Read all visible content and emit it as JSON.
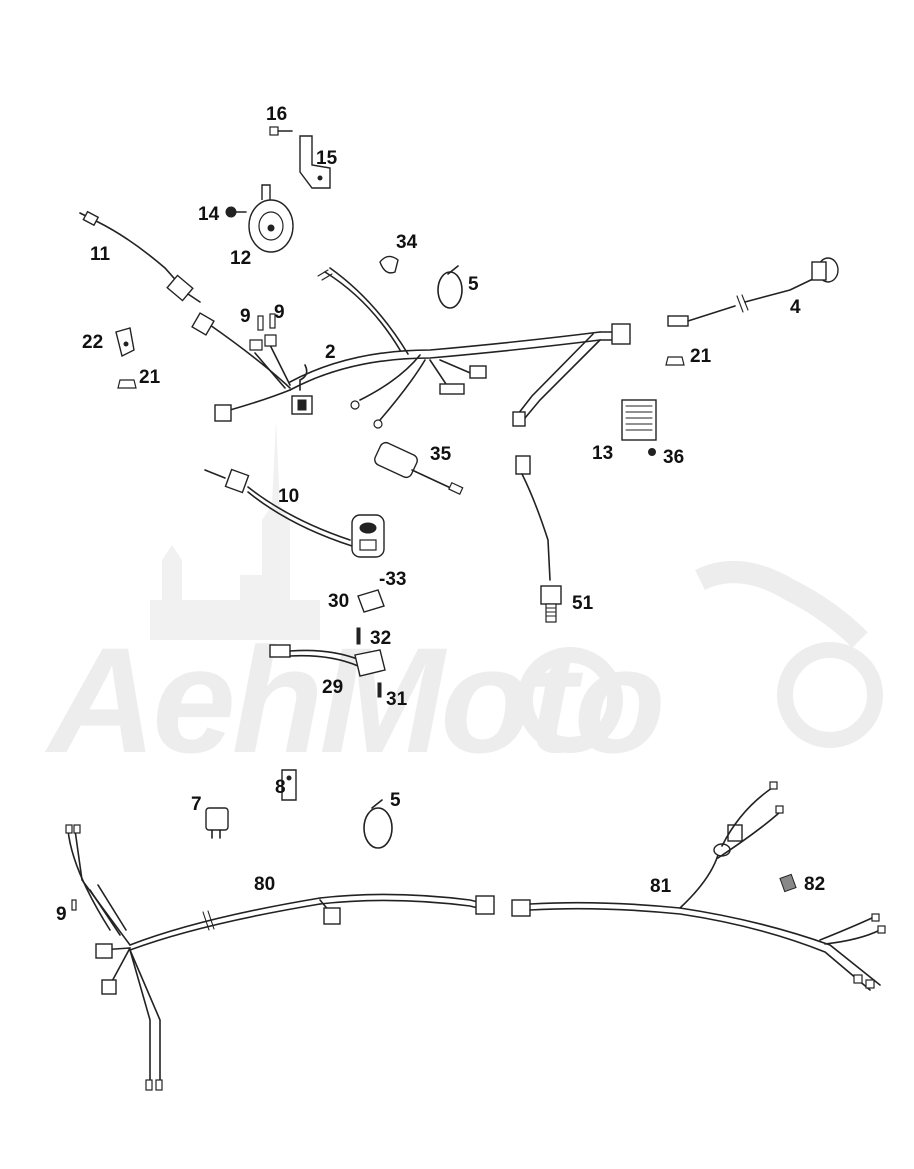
{
  "watermark": {
    "text": "AehMoto",
    "color": "#ededed"
  },
  "callouts": [
    {
      "id": "16",
      "label": "16"
    },
    {
      "id": "15",
      "label": "15"
    },
    {
      "id": "14",
      "label": "14"
    },
    {
      "id": "12",
      "label": "12"
    },
    {
      "id": "11",
      "label": "11"
    },
    {
      "id": "34",
      "label": "34"
    },
    {
      "id": "5a",
      "label": "5"
    },
    {
      "id": "4",
      "label": "4"
    },
    {
      "id": "9a",
      "label": "9"
    },
    {
      "id": "9b",
      "label": "9"
    },
    {
      "id": "2",
      "label": "2"
    },
    {
      "id": "22",
      "label": "22"
    },
    {
      "id": "21a",
      "label": "21"
    },
    {
      "id": "21b",
      "label": "21"
    },
    {
      "id": "13",
      "label": "13"
    },
    {
      "id": "36",
      "label": "36"
    },
    {
      "id": "35",
      "label": "35"
    },
    {
      "id": "10",
      "label": "10"
    },
    {
      "id": "33",
      "label": "-33"
    },
    {
      "id": "30",
      "label": "30"
    },
    {
      "id": "51",
      "label": "51"
    },
    {
      "id": "32",
      "label": "32"
    },
    {
      "id": "29",
      "label": "29"
    },
    {
      "id": "31",
      "label": "31"
    },
    {
      "id": "8",
      "label": "8"
    },
    {
      "id": "7",
      "label": "7"
    },
    {
      "id": "5b",
      "label": "5"
    },
    {
      "id": "80",
      "label": "80"
    },
    {
      "id": "81",
      "label": "81"
    },
    {
      "id": "82",
      "label": "82"
    },
    {
      "id": "9c",
      "label": "9"
    }
  ]
}
